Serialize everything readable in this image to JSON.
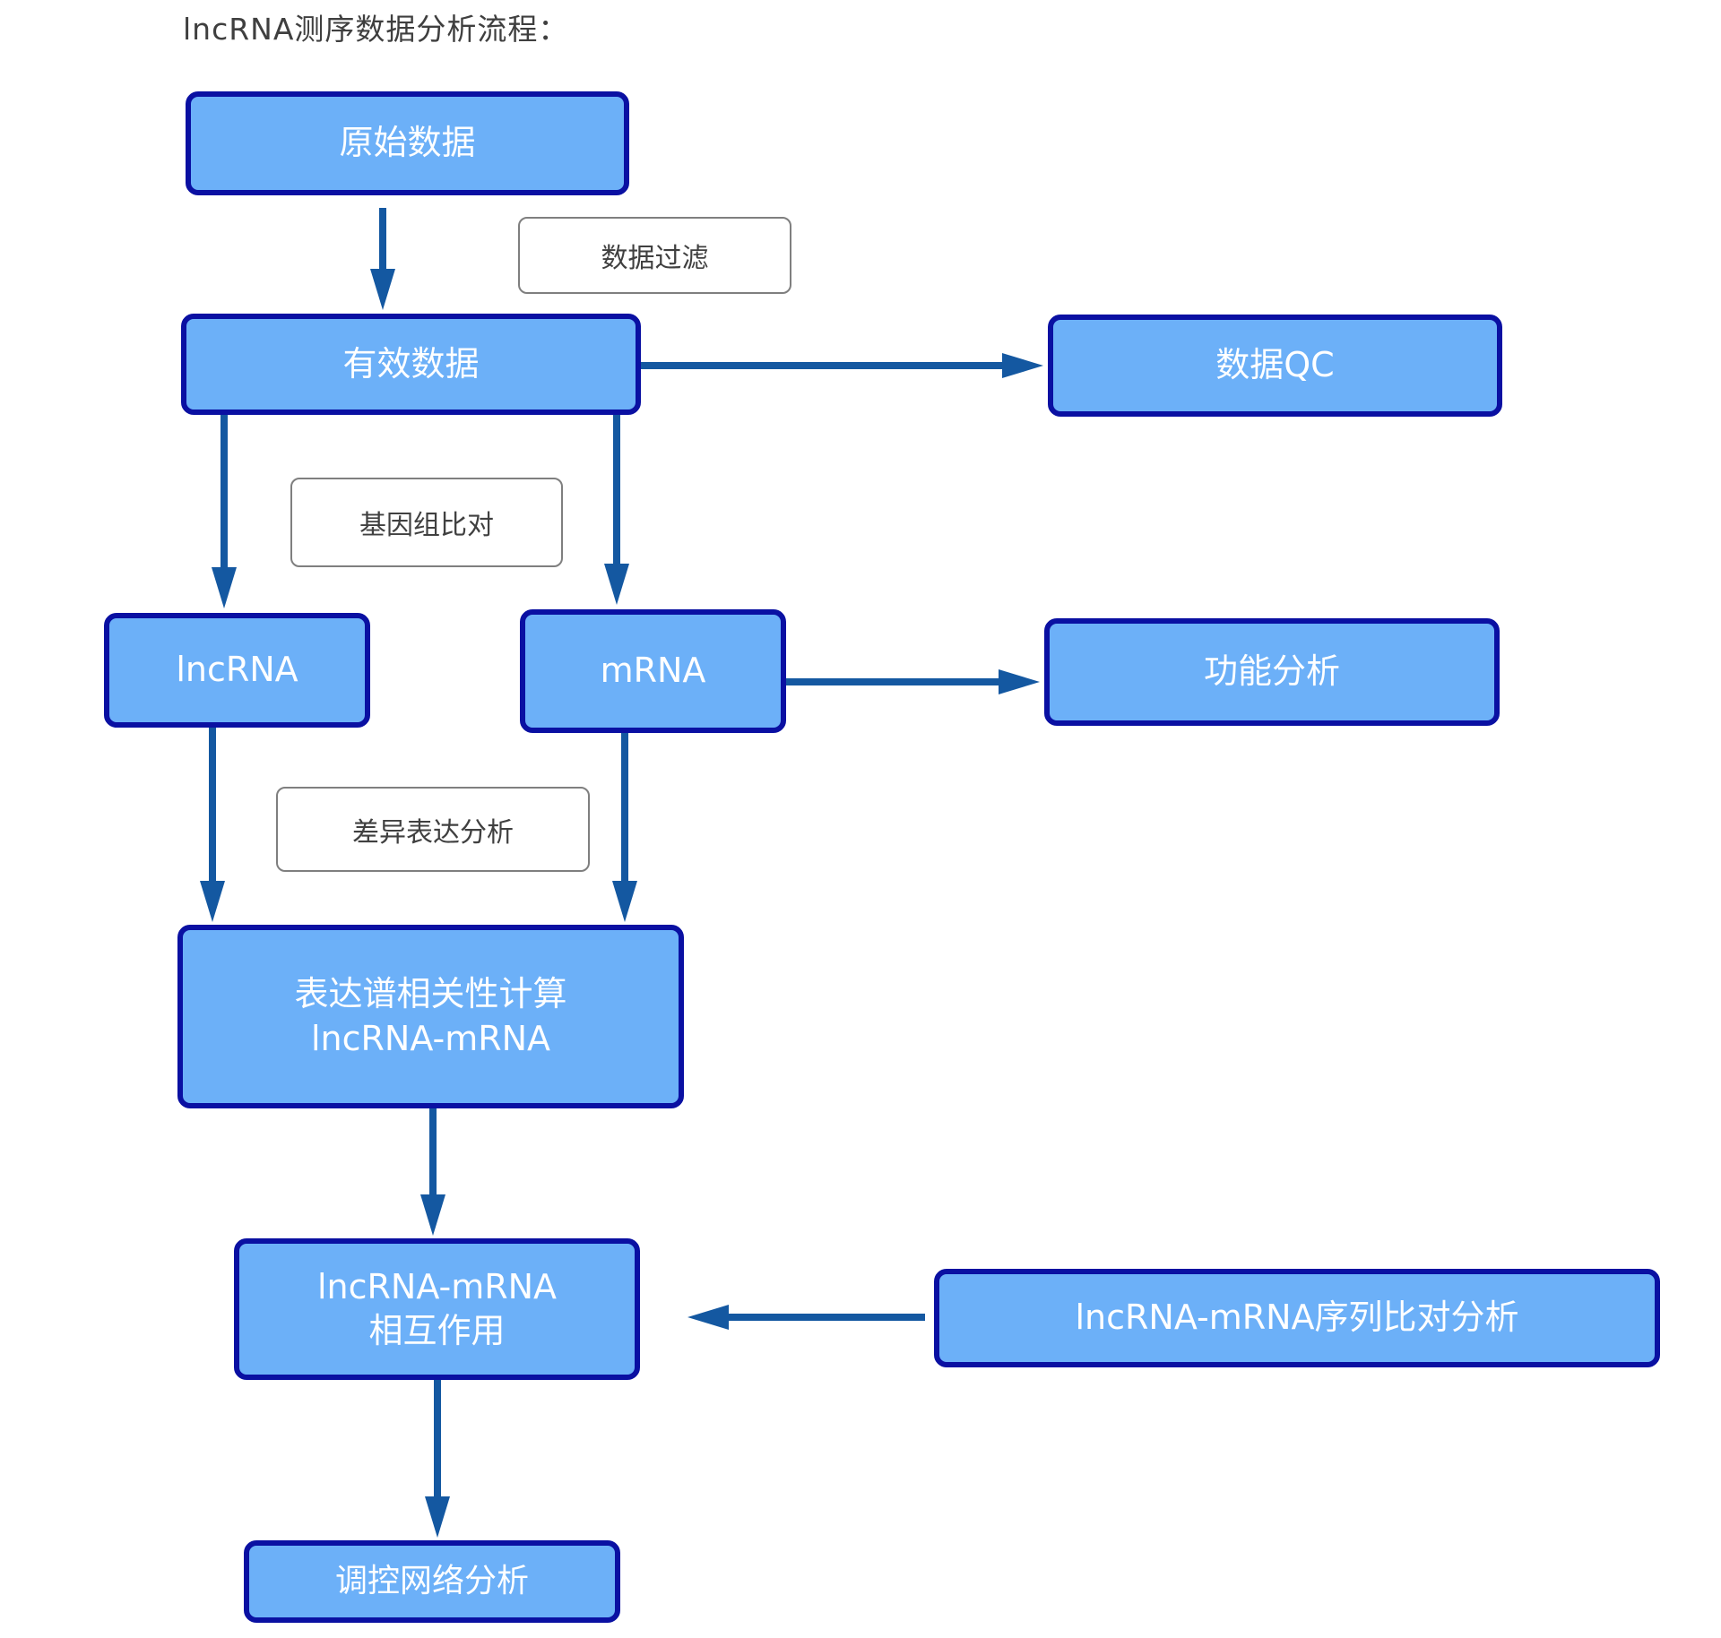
{
  "title": "lncRNA测序数据分析流程：",
  "colors": {
    "node_fill": "#6cb0f8",
    "node_border": "#0a10a2",
    "node_text": "#ffffff",
    "arrow": "#1458a1",
    "edge_label_border": "#7f7f7f",
    "edge_label_text": "#404040",
    "title_text": "#3f3f3f",
    "background": "#ffffff"
  },
  "nodes": {
    "raw_data": {
      "label": "原始数据"
    },
    "valid_data": {
      "label": "有效数据"
    },
    "data_qc": {
      "label": "数据QC"
    },
    "lncrna": {
      "label": "lncRNA"
    },
    "mrna": {
      "label": "mRNA"
    },
    "functional_analysis": {
      "label": "功能分析"
    },
    "correlation": {
      "line1": "表达谱相关性计算",
      "line2": "lncRNA-mRNA"
    },
    "interaction": {
      "line1": "lncRNA-mRNA",
      "line2": "相互作用"
    },
    "seq_alignment": {
      "label": "lncRNA-mRNA序列比对分析"
    },
    "network": {
      "label": "调控网络分析"
    }
  },
  "edge_labels": {
    "data_filter": "数据过滤",
    "genome_alignment": "基因组比对",
    "diff_expression": "差异表达分析"
  },
  "edges": [
    {
      "from": "raw_data",
      "to": "valid_data",
      "label": "数据过滤"
    },
    {
      "from": "valid_data",
      "to": "data_qc",
      "label": ""
    },
    {
      "from": "valid_data",
      "to": "lncrna",
      "label": "基因组比对"
    },
    {
      "from": "valid_data",
      "to": "mrna",
      "label": "基因组比对"
    },
    {
      "from": "mrna",
      "to": "functional_analysis",
      "label": ""
    },
    {
      "from": "lncrna",
      "to": "correlation",
      "label": "差异表达分析"
    },
    {
      "from": "mrna",
      "to": "correlation",
      "label": "差异表达分析"
    },
    {
      "from": "correlation",
      "to": "interaction",
      "label": ""
    },
    {
      "from": "seq_alignment",
      "to": "interaction",
      "label": ""
    },
    {
      "from": "interaction",
      "to": "network",
      "label": ""
    }
  ]
}
